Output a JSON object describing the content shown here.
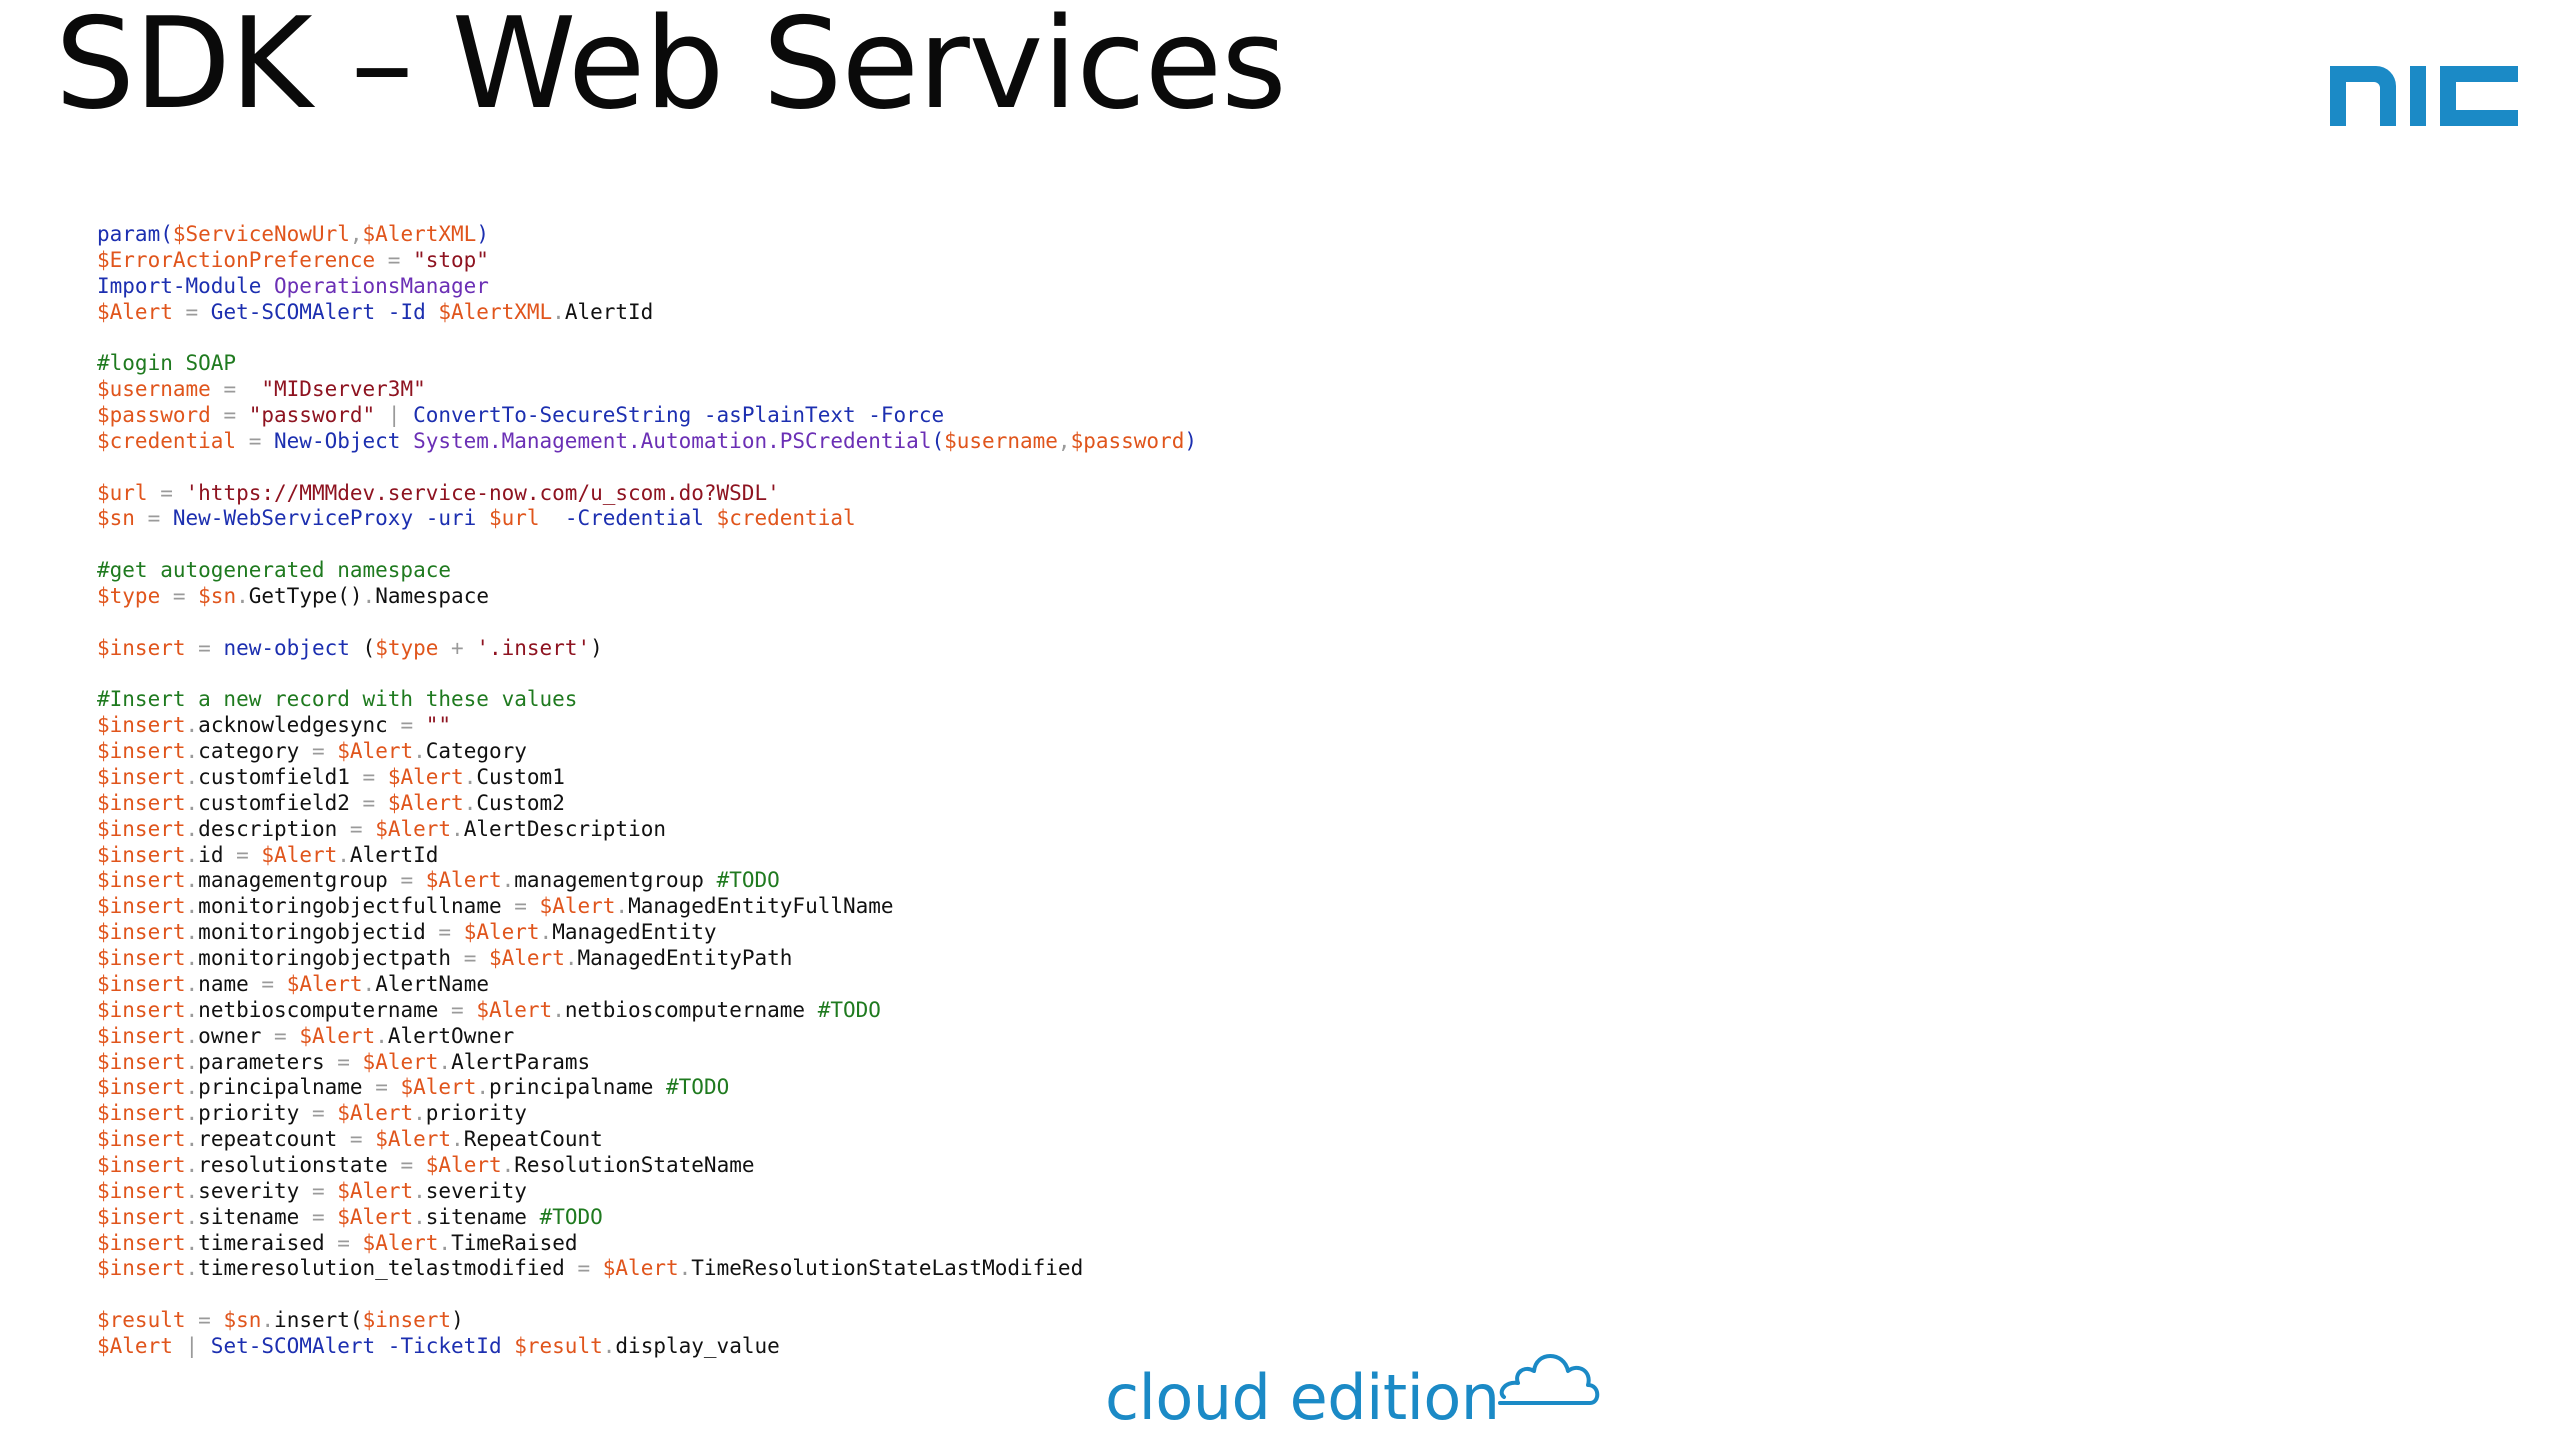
{
  "slide": {
    "title": "SDK – Web Services",
    "logo_text": "nic",
    "footer_text": "cloud edition"
  },
  "colors": {
    "command": "#1c2fb0",
    "variable": "#e0551c",
    "string": "#8e1320",
    "comment": "#1f7a1f",
    "type": "#6b2fb5",
    "brand": "#1b8ac6"
  },
  "icons": [
    "nic-logo-icon",
    "cloud-icon"
  ],
  "code_lines": [
    [
      [
        "cmd",
        "param("
      ],
      [
        "var",
        "$ServiceNowUrl"
      ],
      [
        "op",
        ","
      ],
      [
        "var",
        "$AlertXML"
      ],
      [
        "cmd",
        ")"
      ]
    ],
    [
      [
        "var",
        "$ErrorActionPreference"
      ],
      [
        "op",
        " = "
      ],
      [
        "str",
        "\"stop\""
      ]
    ],
    [
      [
        "cmd",
        "Import-Module "
      ],
      [
        "type",
        "OperationsManager"
      ]
    ],
    [
      [
        "var",
        "$Alert"
      ],
      [
        "op",
        " = "
      ],
      [
        "cmd",
        "Get-SCOMAlert -Id "
      ],
      [
        "var",
        "$AlertXML"
      ],
      [
        "op",
        "."
      ],
      [
        "txt",
        "AlertId"
      ]
    ],
    [],
    [
      [
        "cmt",
        "#login SOAP"
      ]
    ],
    [
      [
        "var",
        "$username"
      ],
      [
        "op",
        " =  "
      ],
      [
        "str",
        "\"MIDserver3M\""
      ]
    ],
    [
      [
        "var",
        "$password"
      ],
      [
        "op",
        " = "
      ],
      [
        "str",
        "\"password\""
      ],
      [
        "op",
        " | "
      ],
      [
        "cmd",
        "ConvertTo-SecureString -asPlainText -Force"
      ]
    ],
    [
      [
        "var",
        "$credential"
      ],
      [
        "op",
        " = "
      ],
      [
        "cmd",
        "New-Object "
      ],
      [
        "type",
        "System.Management.Automation.PSCredential"
      ],
      [
        "cmd",
        "("
      ],
      [
        "var",
        "$username"
      ],
      [
        "op",
        ","
      ],
      [
        "var",
        "$password"
      ],
      [
        "cmd",
        ")"
      ]
    ],
    [],
    [
      [
        "var",
        "$url"
      ],
      [
        "op",
        " = "
      ],
      [
        "str",
        "'https://MMMdev.service-now.com/u_scom.do?WSDL'"
      ]
    ],
    [
      [
        "var",
        "$sn"
      ],
      [
        "op",
        " = "
      ],
      [
        "cmd",
        "New-WebServiceProxy -uri "
      ],
      [
        "var",
        "$url"
      ],
      [
        "cmd",
        "  -Credential "
      ],
      [
        "var",
        "$credential"
      ]
    ],
    [],
    [
      [
        "cmt",
        "#get autogenerated namespace"
      ]
    ],
    [
      [
        "var",
        "$type"
      ],
      [
        "op",
        " = "
      ],
      [
        "var",
        "$sn"
      ],
      [
        "op",
        "."
      ],
      [
        "txt",
        "GetType()"
      ],
      [
        "op",
        "."
      ],
      [
        "txt",
        "Namespace"
      ]
    ],
    [],
    [
      [
        "var",
        "$insert"
      ],
      [
        "op",
        " = "
      ],
      [
        "cmd",
        "new-object "
      ],
      [
        "txt",
        "("
      ],
      [
        "var",
        "$type"
      ],
      [
        "op",
        " + "
      ],
      [
        "str",
        "'.insert'"
      ],
      [
        "txt",
        ")"
      ]
    ],
    [],
    [
      [
        "cmt",
        "#Insert a new record with these values"
      ]
    ],
    [
      [
        "var",
        "$insert"
      ],
      [
        "op",
        "."
      ],
      [
        "txt",
        "acknowledgesync"
      ],
      [
        "op",
        " = "
      ],
      [
        "str",
        "\"\""
      ]
    ],
    [
      [
        "var",
        "$insert"
      ],
      [
        "op",
        "."
      ],
      [
        "txt",
        "category"
      ],
      [
        "op",
        " = "
      ],
      [
        "var",
        "$Alert"
      ],
      [
        "op",
        "."
      ],
      [
        "txt",
        "Category"
      ]
    ],
    [
      [
        "var",
        "$insert"
      ],
      [
        "op",
        "."
      ],
      [
        "txt",
        "customfield1"
      ],
      [
        "op",
        " = "
      ],
      [
        "var",
        "$Alert"
      ],
      [
        "op",
        "."
      ],
      [
        "txt",
        "Custom1"
      ]
    ],
    [
      [
        "var",
        "$insert"
      ],
      [
        "op",
        "."
      ],
      [
        "txt",
        "customfield2"
      ],
      [
        "op",
        " = "
      ],
      [
        "var",
        "$Alert"
      ],
      [
        "op",
        "."
      ],
      [
        "txt",
        "Custom2"
      ]
    ],
    [
      [
        "var",
        "$insert"
      ],
      [
        "op",
        "."
      ],
      [
        "txt",
        "description"
      ],
      [
        "op",
        " = "
      ],
      [
        "var",
        "$Alert"
      ],
      [
        "op",
        "."
      ],
      [
        "txt",
        "AlertDescription"
      ]
    ],
    [
      [
        "var",
        "$insert"
      ],
      [
        "op",
        "."
      ],
      [
        "txt",
        "id"
      ],
      [
        "op",
        " = "
      ],
      [
        "var",
        "$Alert"
      ],
      [
        "op",
        "."
      ],
      [
        "txt",
        "AlertId"
      ]
    ],
    [
      [
        "var",
        "$insert"
      ],
      [
        "op",
        "."
      ],
      [
        "txt",
        "managementgroup"
      ],
      [
        "op",
        " = "
      ],
      [
        "var",
        "$Alert"
      ],
      [
        "op",
        "."
      ],
      [
        "txt",
        "managementgroup "
      ],
      [
        "cmt",
        "#TODO"
      ]
    ],
    [
      [
        "var",
        "$insert"
      ],
      [
        "op",
        "."
      ],
      [
        "txt",
        "monitoringobjectfullname"
      ],
      [
        "op",
        " = "
      ],
      [
        "var",
        "$Alert"
      ],
      [
        "op",
        "."
      ],
      [
        "txt",
        "ManagedEntityFullName"
      ]
    ],
    [
      [
        "var",
        "$insert"
      ],
      [
        "op",
        "."
      ],
      [
        "txt",
        "monitoringobjectid"
      ],
      [
        "op",
        " = "
      ],
      [
        "var",
        "$Alert"
      ],
      [
        "op",
        "."
      ],
      [
        "txt",
        "ManagedEntity"
      ]
    ],
    [
      [
        "var",
        "$insert"
      ],
      [
        "op",
        "."
      ],
      [
        "txt",
        "monitoringobjectpath"
      ],
      [
        "op",
        " = "
      ],
      [
        "var",
        "$Alert"
      ],
      [
        "op",
        "."
      ],
      [
        "txt",
        "ManagedEntityPath"
      ]
    ],
    [
      [
        "var",
        "$insert"
      ],
      [
        "op",
        "."
      ],
      [
        "txt",
        "name"
      ],
      [
        "op",
        " = "
      ],
      [
        "var",
        "$Alert"
      ],
      [
        "op",
        "."
      ],
      [
        "txt",
        "AlertName"
      ]
    ],
    [
      [
        "var",
        "$insert"
      ],
      [
        "op",
        "."
      ],
      [
        "txt",
        "netbioscomputername"
      ],
      [
        "op",
        " = "
      ],
      [
        "var",
        "$Alert"
      ],
      [
        "op",
        "."
      ],
      [
        "txt",
        "netbioscomputername "
      ],
      [
        "cmt",
        "#TODO"
      ]
    ],
    [
      [
        "var",
        "$insert"
      ],
      [
        "op",
        "."
      ],
      [
        "txt",
        "owner"
      ],
      [
        "op",
        " = "
      ],
      [
        "var",
        "$Alert"
      ],
      [
        "op",
        "."
      ],
      [
        "txt",
        "AlertOwner"
      ]
    ],
    [
      [
        "var",
        "$insert"
      ],
      [
        "op",
        "."
      ],
      [
        "txt",
        "parameters"
      ],
      [
        "op",
        " = "
      ],
      [
        "var",
        "$Alert"
      ],
      [
        "op",
        "."
      ],
      [
        "txt",
        "AlertParams"
      ]
    ],
    [
      [
        "var",
        "$insert"
      ],
      [
        "op",
        "."
      ],
      [
        "txt",
        "principalname"
      ],
      [
        "op",
        " = "
      ],
      [
        "var",
        "$Alert"
      ],
      [
        "op",
        "."
      ],
      [
        "txt",
        "principalname "
      ],
      [
        "cmt",
        "#TODO"
      ]
    ],
    [
      [
        "var",
        "$insert"
      ],
      [
        "op",
        "."
      ],
      [
        "txt",
        "priority"
      ],
      [
        "op",
        " = "
      ],
      [
        "var",
        "$Alert"
      ],
      [
        "op",
        "."
      ],
      [
        "txt",
        "priority"
      ]
    ],
    [
      [
        "var",
        "$insert"
      ],
      [
        "op",
        "."
      ],
      [
        "txt",
        "repeatcount"
      ],
      [
        "op",
        " = "
      ],
      [
        "var",
        "$Alert"
      ],
      [
        "op",
        "."
      ],
      [
        "txt",
        "RepeatCount"
      ]
    ],
    [
      [
        "var",
        "$insert"
      ],
      [
        "op",
        "."
      ],
      [
        "txt",
        "resolutionstate"
      ],
      [
        "op",
        " = "
      ],
      [
        "var",
        "$Alert"
      ],
      [
        "op",
        "."
      ],
      [
        "txt",
        "ResolutionStateName"
      ]
    ],
    [
      [
        "var",
        "$insert"
      ],
      [
        "op",
        "."
      ],
      [
        "txt",
        "severity"
      ],
      [
        "op",
        " = "
      ],
      [
        "var",
        "$Alert"
      ],
      [
        "op",
        "."
      ],
      [
        "txt",
        "severity"
      ]
    ],
    [
      [
        "var",
        "$insert"
      ],
      [
        "op",
        "."
      ],
      [
        "txt",
        "sitename"
      ],
      [
        "op",
        " = "
      ],
      [
        "var",
        "$Alert"
      ],
      [
        "op",
        "."
      ],
      [
        "txt",
        "sitename "
      ],
      [
        "cmt",
        "#TODO"
      ]
    ],
    [
      [
        "var",
        "$insert"
      ],
      [
        "op",
        "."
      ],
      [
        "txt",
        "timeraised"
      ],
      [
        "op",
        " = "
      ],
      [
        "var",
        "$Alert"
      ],
      [
        "op",
        "."
      ],
      [
        "txt",
        "TimeRaised"
      ]
    ],
    [
      [
        "var",
        "$insert"
      ],
      [
        "op",
        "."
      ],
      [
        "txt",
        "timeresolution_telastmodified"
      ],
      [
        "op",
        " = "
      ],
      [
        "var",
        "$Alert"
      ],
      [
        "op",
        "."
      ],
      [
        "txt",
        "TimeResolutionStateLastModified"
      ]
    ],
    [],
    [
      [
        "var",
        "$result"
      ],
      [
        "op",
        " = "
      ],
      [
        "var",
        "$sn"
      ],
      [
        "op",
        "."
      ],
      [
        "txt",
        "insert("
      ],
      [
        "var",
        "$insert"
      ],
      [
        "txt",
        ")"
      ]
    ],
    [
      [
        "var",
        "$Alert"
      ],
      [
        "op",
        " | "
      ],
      [
        "cmd",
        "Set-SCOMAlert -TicketId "
      ],
      [
        "var",
        "$result"
      ],
      [
        "op",
        "."
      ],
      [
        "txt",
        "display_value"
      ]
    ]
  ]
}
